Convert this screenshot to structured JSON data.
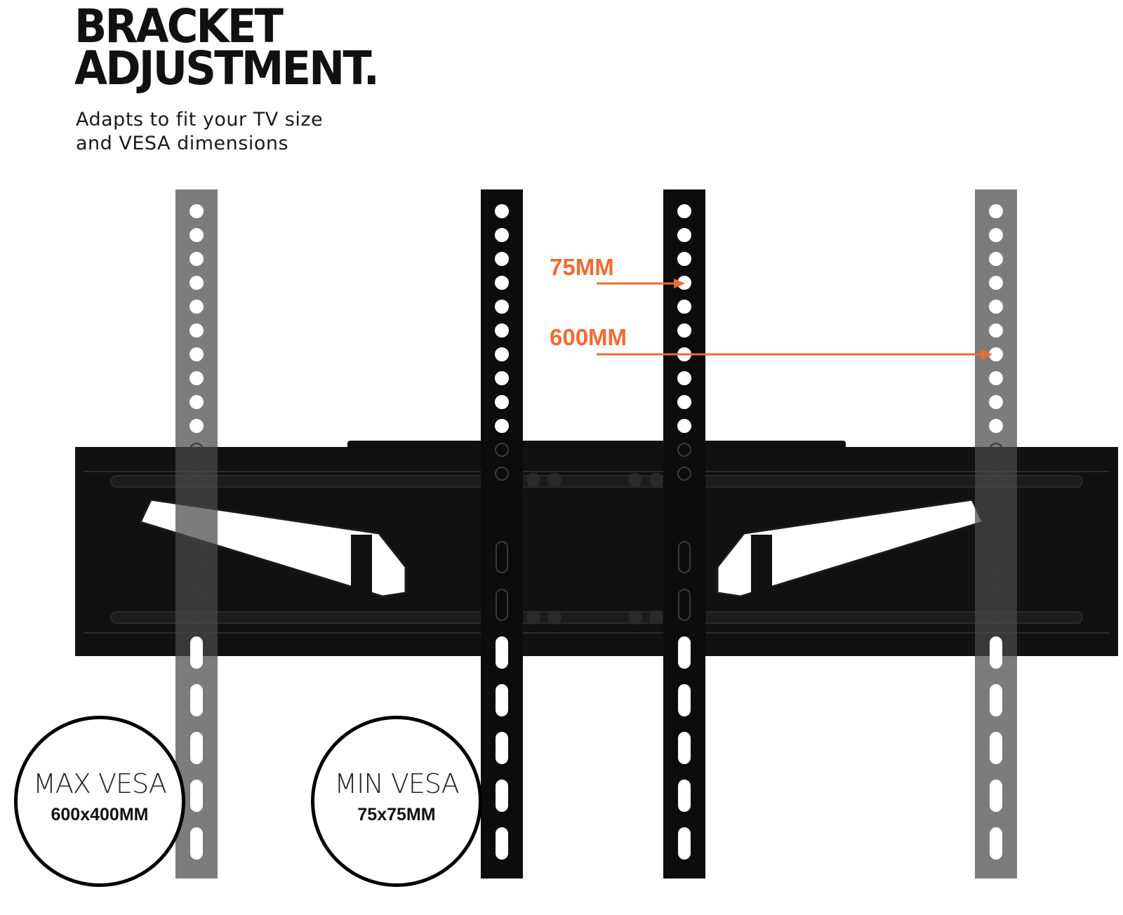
{
  "heading": {
    "line1": "BRACKET",
    "line2": "ADJUSTMENT."
  },
  "subheading": {
    "line1": "Adapts to fit your TV size",
    "line2": "and VESA dimensions"
  },
  "measurements": {
    "small": "75MM",
    "large": "600MM"
  },
  "badges": {
    "max": {
      "label": "MAX VESA",
      "value": "600x400MM"
    },
    "min": {
      "label": "MIN VESA",
      "value": "75x75MM"
    }
  },
  "colors": {
    "accent": "#f26a31",
    "bracket": "#111111",
    "arm_faded": "#555555"
  }
}
